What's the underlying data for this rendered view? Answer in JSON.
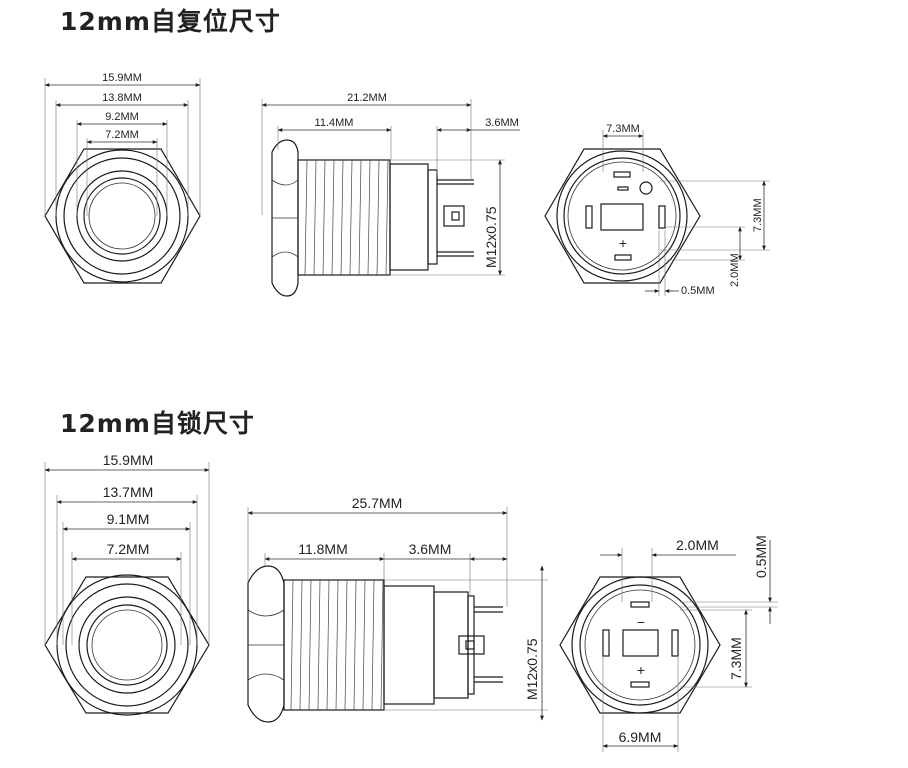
{
  "reset_section": {
    "title": "12mm自复位尺寸",
    "front_dims": [
      "15.9MM",
      "13.8MM",
      "9.2MM",
      "7.2MM"
    ],
    "side_dims": {
      "total_length": "21.2MM",
      "thread_length": "11.4MM",
      "terminal_length": "3.6MM",
      "thread_spec": "M12x0.75"
    },
    "back_dims": {
      "width": "7.3MM",
      "height": "7.3MM",
      "pin_spacing": "2.0MM",
      "pin_thickness": "0.5MM"
    }
  },
  "lock_section": {
    "title": "12mm自锁尺寸",
    "front_dims": [
      "15.9MM",
      "13.7MM",
      "9.1MM",
      "7.2MM"
    ],
    "side_dims": {
      "total_length": "25.7MM",
      "thread_length": "11.8MM",
      "terminal_length": "3.6MM",
      "thread_spec": "M12x0.75"
    },
    "back_dims": {
      "pin_spacing": "2.0MM",
      "pin_thickness": "0.5MM",
      "height": "7.3MM",
      "width": "6.9MM"
    }
  },
  "symbols": {
    "minus": "−",
    "plus": "+"
  }
}
